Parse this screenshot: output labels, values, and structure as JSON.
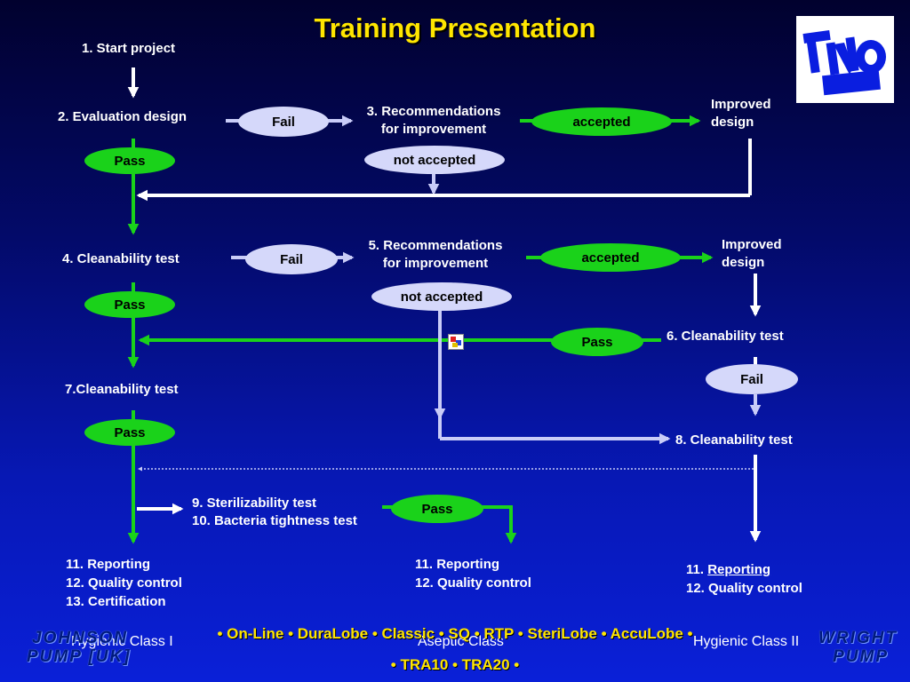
{
  "title": "Training Presentation",
  "steps": {
    "start": "1. Start project",
    "evaluation": "2. Evaluation design",
    "rec3_line1": "3. Recommendations",
    "rec3_line2": "for improvement",
    "improved1_line1": "Improved",
    "improved1_line2": "design",
    "clean4": "4. Cleanability test",
    "rec5_line1": "5. Recommendations",
    "rec5_line2": "for improvement",
    "improved2_line1": "Improved",
    "improved2_line2": "design",
    "clean6": "6. Cleanability test",
    "clean7": "7.Cleanability test",
    "clean8": "8. Cleanability test",
    "steril9": "9.   Sterilizability test",
    "bact10": "10. Bacteria tightness test"
  },
  "pills": {
    "fail1": "Fail",
    "accepted1": "accepted",
    "not_accepted1": "not accepted",
    "pass1": "Pass",
    "fail2": "Fail",
    "accepted2": "accepted",
    "not_accepted2": "not accepted",
    "pass2": "Pass",
    "pass3": "Pass",
    "fail3": "Fail",
    "pass4": "Pass",
    "pass5": "Pass"
  },
  "outcomes": {
    "left": [
      "11. Reporting",
      "12. Quality control",
      "13. Certification"
    ],
    "middle": [
      "11. Reporting",
      "12. Quality control"
    ],
    "right_prefix": "11. ",
    "right_link": "Reporting",
    "right_line2": "12. Quality control"
  },
  "classes": {
    "hygienic1": "Hygienic Class I",
    "aseptic": "Aseptic Class",
    "hygienic2": "Hygienic Class II"
  },
  "brands": {
    "left_line1": "JOHNSON",
    "left_line2": "PUMP [UK]",
    "right_line1": "WRIGHT",
    "right_line2": "PUMP"
  },
  "products": {
    "line1": "• On-Line • DuraLobe • Classic • SQ • RTP • SteriLobe • AccuLobe •",
    "line2": "• TRA10 • TRA20 •"
  },
  "logo": {
    "text": "TNO",
    "color": "#0a1ee0"
  },
  "colors": {
    "title": "#ffe600",
    "pass_green": "#1ad21a",
    "fail_lavender": "#d5d8fa",
    "white_path": "#ffffff",
    "lavender_path": "#c9ccf8"
  }
}
